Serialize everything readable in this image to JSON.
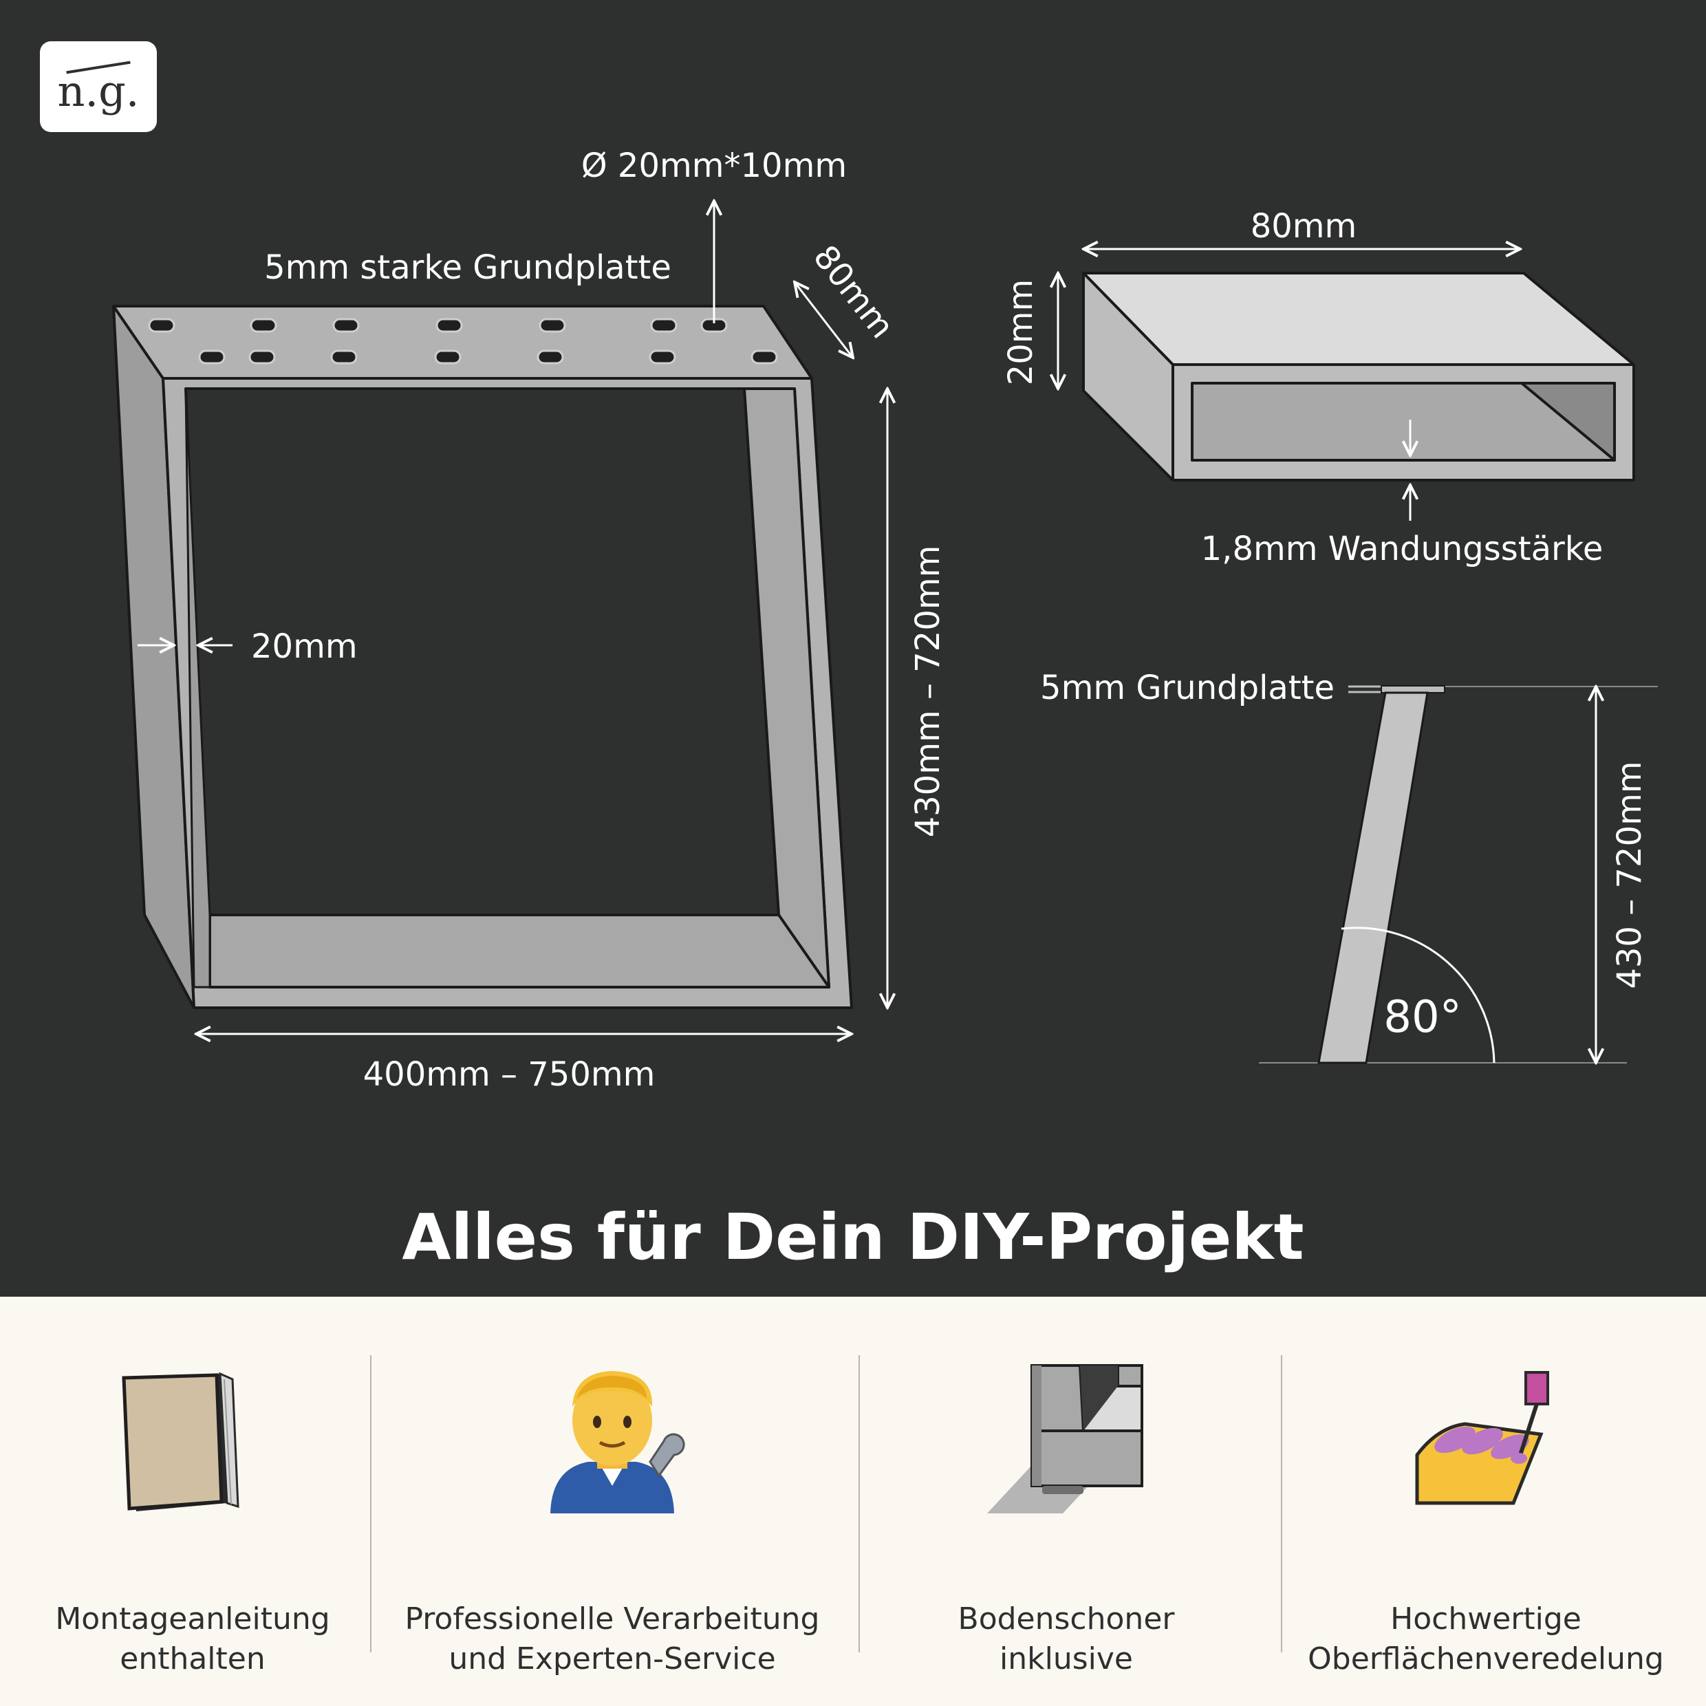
{
  "logo": {
    "text": "n.g."
  },
  "diagram": {
    "frame_labels": {
      "plate_hole": "Ø 20mm*10mm",
      "plate": "5mm starke Grundplatte",
      "depth": "80mm",
      "tube_width": "20mm",
      "height": "430mm – 720mm",
      "width": "400mm – 750mm"
    },
    "profile_labels": {
      "width": "80mm",
      "height": "20mm",
      "wall": "1,8mm Wandungsstärke"
    },
    "side_labels": {
      "plate": "5mm Grundplatte",
      "height": "430 – 720mm",
      "angle": "80°"
    }
  },
  "headline": "Alles für Dein DIY-Projekt",
  "features": [
    {
      "icon": "book-icon",
      "line1": "Montageanleitung",
      "line2": "enthalten"
    },
    {
      "icon": "mechanic-icon",
      "line1": "Professionelle Verarbeitung",
      "line2": "und Experten-Service"
    },
    {
      "icon": "floor-protector-icon",
      "line1": "Bodenschoner",
      "line2": "inklusive"
    },
    {
      "icon": "nail-polish-icon",
      "line1": "Hochwertige",
      "line2": "Oberflächenveredelung"
    }
  ]
}
